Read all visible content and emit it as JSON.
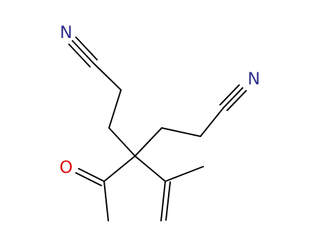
{
  "molecule": {
    "atoms": {
      "n_top": {
        "symbol": "N",
        "color": "#30308c"
      },
      "n_right": {
        "symbol": "N",
        "color": "#30308c"
      },
      "o_ketone": {
        "symbol": "O",
        "color": "#e01010"
      }
    },
    "bond_color": "#000000",
    "bonds": [
      {
        "name": "nitrile-top-triple-bond",
        "order": 3
      },
      {
        "name": "chain-top-bond-1",
        "order": 1
      },
      {
        "name": "chain-top-bond-2",
        "order": 1
      },
      {
        "name": "chain-top-bond-3",
        "order": 1
      },
      {
        "name": "chain-right-bond-1",
        "order": 1
      },
      {
        "name": "chain-right-bond-2",
        "order": 1
      },
      {
        "name": "chain-right-bond-3",
        "order": 1
      },
      {
        "name": "nitrile-right-triple-bond",
        "order": 3
      },
      {
        "name": "quaternary-to-carbonyl-bond",
        "order": 1
      },
      {
        "name": "carbonyl-double-bond",
        "order": 2
      },
      {
        "name": "acetyl-methyl-bond",
        "order": 1
      },
      {
        "name": "quaternary-to-vinyl-bond",
        "order": 1
      },
      {
        "name": "vinyl-methyl-bond",
        "order": 1
      },
      {
        "name": "terminal-alkene-double-bond",
        "order": 2
      }
    ]
  }
}
